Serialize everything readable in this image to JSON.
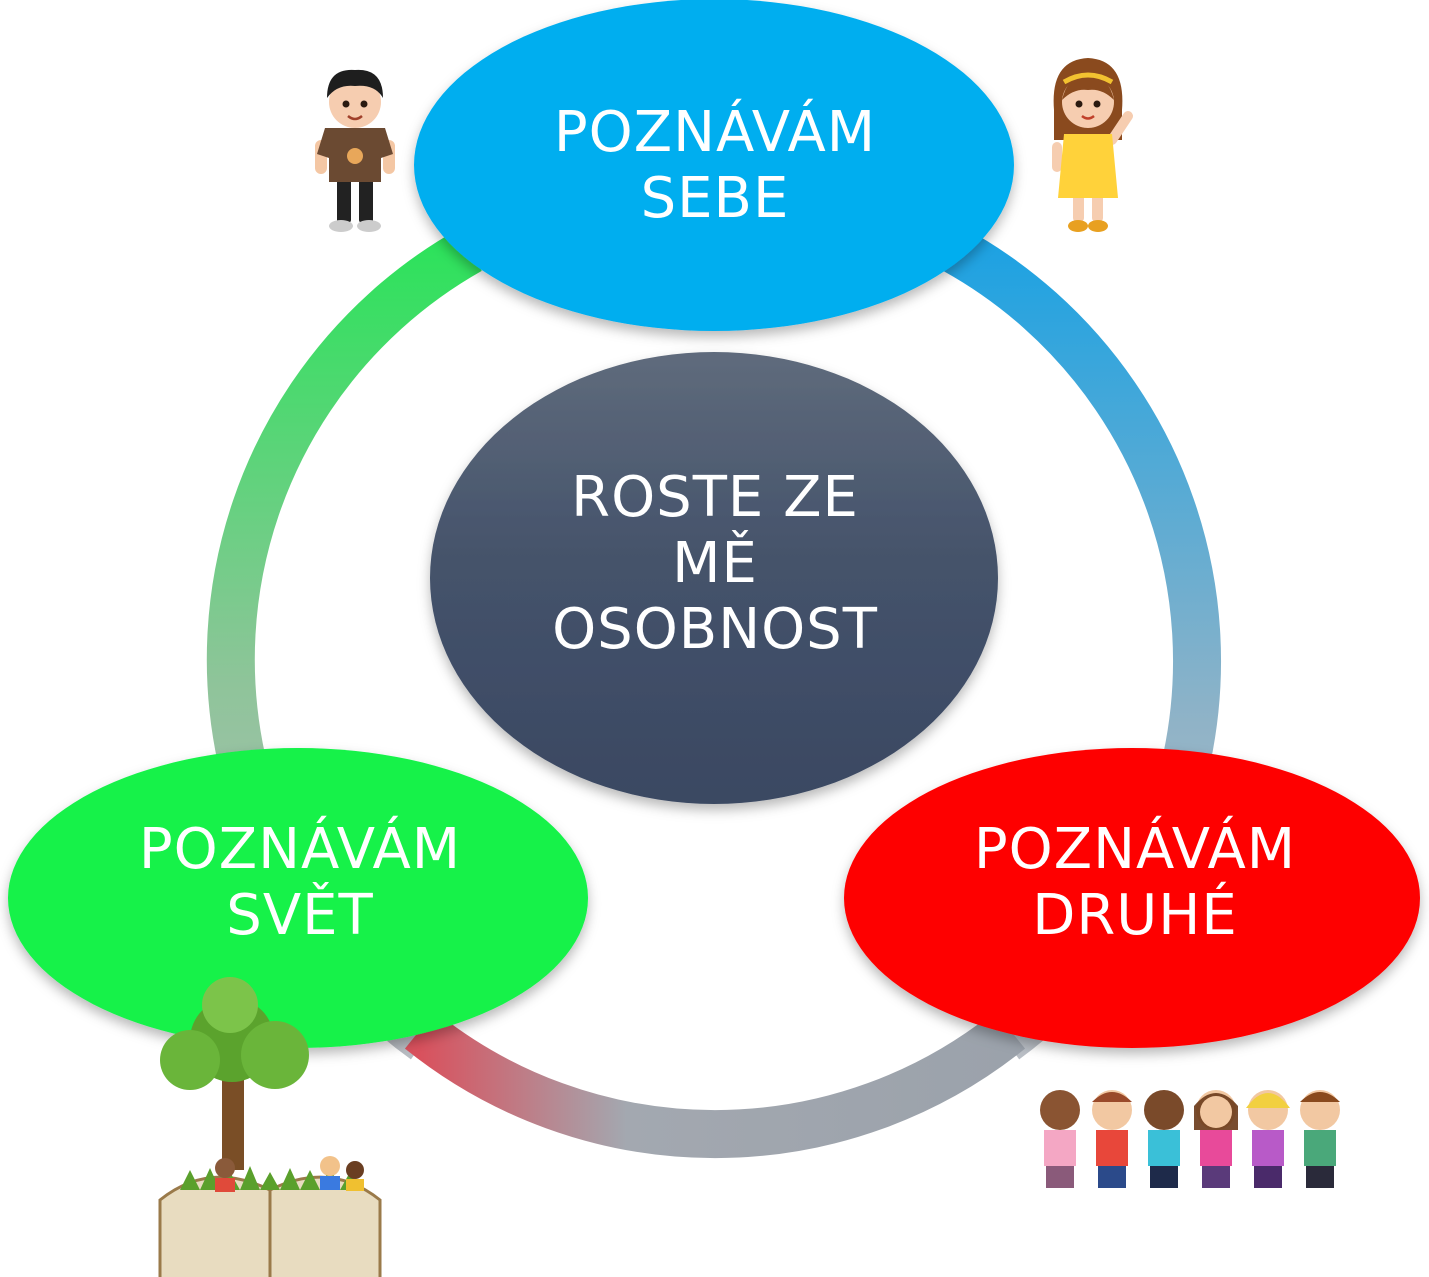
{
  "center": {
    "text": "ROSTE ZE\nMĚ\nOSOBNOST",
    "color": "#3f4c66"
  },
  "nodes": [
    {
      "id": "top",
      "text": "POZNÁVÁM\nSEBE",
      "color": "#00aeef"
    },
    {
      "id": "left",
      "text": "POZNÁVÁM\nSVĚT",
      "color": "#12f24a"
    },
    {
      "id": "right",
      "text": "POZNÁVÁM\nDRUHÉ",
      "color": "#fe0000"
    }
  ],
  "ring_colors": {
    "green": "#2ee25c",
    "blue": "#1ea2e2",
    "gray": "#9aa3ad",
    "red": "#d9515d"
  },
  "illustrations": [
    {
      "name": "boy-icon"
    },
    {
      "name": "girl-icon"
    },
    {
      "name": "tree-book-icon"
    },
    {
      "name": "children-group-icon"
    }
  ]
}
